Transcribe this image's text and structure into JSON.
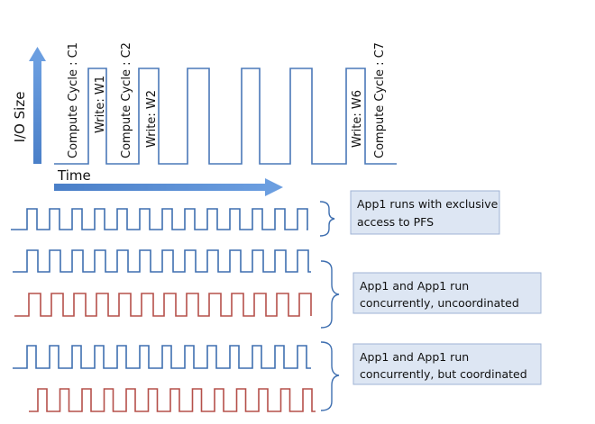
{
  "axis": {
    "y_label": "I/O Size",
    "x_label": "Time"
  },
  "cycle_labels": [
    "Compute Cycle : C1",
    "Write: W1",
    "Compute Cycle : C2",
    "Write: W2",
    "Write: W6",
    "Compute Cycle : C7"
  ],
  "annotations": [
    "App1 runs with exclusive access to PFS",
    "App1 and App1 run concurrently, uncoordinated",
    "App1 and App1 run concurrently, but coordinated"
  ],
  "annotation_lines": [
    [
      "App1 runs with exclusive",
      "access to PFS"
    ],
    [
      "App1 and App1 run",
      "concurrently, uncoordinated"
    ],
    [
      "App1 and App1 run",
      "concurrently, but coordinated"
    ]
  ],
  "colors": {
    "wave_blue": "#3f6fb0",
    "wave_red": "#b5504a",
    "arrow_blue": "#5b8fd6",
    "box_fill": "#dde6f3",
    "box_border": "#9fb3d4",
    "brace": "#3f6fb0"
  }
}
